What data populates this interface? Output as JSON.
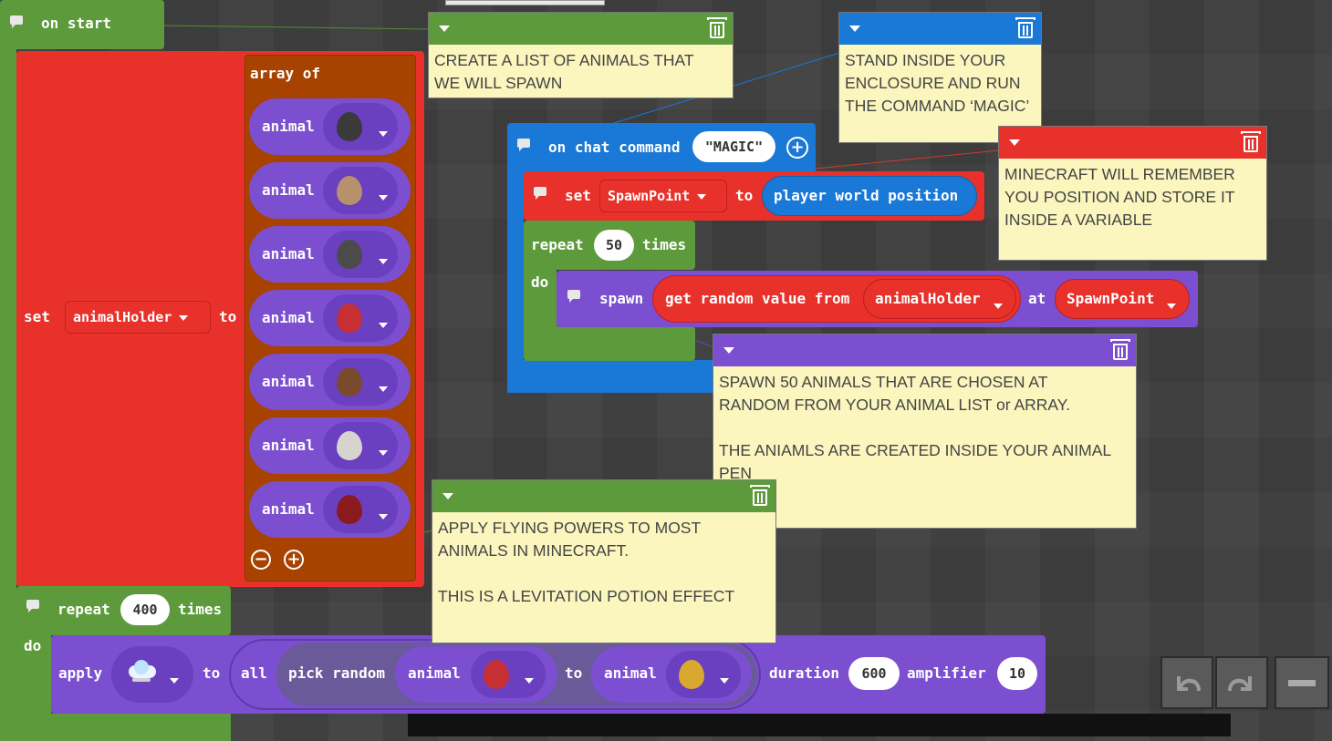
{
  "on_start": {
    "label": "on start"
  },
  "set_block": {
    "keyword": "set",
    "variable": "animalHolder",
    "to": "to"
  },
  "array_block": {
    "label": "array of",
    "items": [
      "animal",
      "animal",
      "animal",
      "animal",
      "animal",
      "animal",
      "animal"
    ]
  },
  "egg_colors": [
    "#3a3a3a",
    "#b7906c",
    "#4b4b4b",
    "#c63034",
    "#7a4a2e",
    "#d7d4cf",
    "#8b1a1c"
  ],
  "repeat_outer": {
    "label": "repeat",
    "count": "400",
    "times": "times",
    "do": "do"
  },
  "apply_block": {
    "apply": "apply",
    "effect_icon": "levitation-cloud-icon",
    "to": "to",
    "all": "all",
    "pick_random": "pick random",
    "animal_a": "animal",
    "to2": "to",
    "animal_b": "animal",
    "duration_label": "duration",
    "duration": "600",
    "amplifier_label": "amplifier",
    "amplifier": "10"
  },
  "chat_block": {
    "label": "on chat command",
    "command": "\"MAGIC\""
  },
  "set_spawn": {
    "keyword": "set",
    "variable": "SpawnPoint",
    "to": "to",
    "value": "player world position"
  },
  "repeat_inner": {
    "label": "repeat",
    "count": "50",
    "times": "times",
    "do": "do"
  },
  "spawn_block": {
    "keyword": "spawn",
    "getter": "get random value from",
    "list": "animalHolder",
    "at": "at",
    "position": "SpawnPoint"
  },
  "notes": {
    "list_note": "CREATE A LIST OF ANIMALS THAT\nWE WILL SPAWN",
    "enclosure_note": "STAND INSIDE YOUR\nENCLOSURE AND RUN\nTHE COMMAND ‘MAGIC’",
    "remember_note": "MINECRAFT WILL REMEMBER\nYOU POSITION AND STORE IT\nINSIDE A VARIABLE",
    "spawn_note": "SPAWN 50 ANIMALS THAT ARE CHOSEN AT\nRANDOM FROM YOUR ANIMAL LIST or ARRAY.\n\nTHE ANIAMLS ARE CREATED INSIDE YOUR ANIMAL\nPEN",
    "fly_note": "APPLY FLYING POWERS TO MOST\nANIMALS IN MINECRAFT.\n\nTHIS IS A LEVITATION POTION EFFECT"
  },
  "toolbar": {
    "undo_icon": "undo-icon",
    "redo_icon": "redo-icon",
    "zoom_out_icon": "zoom-out-icon"
  },
  "colors": {
    "green": "#5c9a3b",
    "red": "#e8312a",
    "orange": "#a84200",
    "purple": "#7b4fd0",
    "blue": "#1a78d6",
    "note": "#fbf6be"
  }
}
